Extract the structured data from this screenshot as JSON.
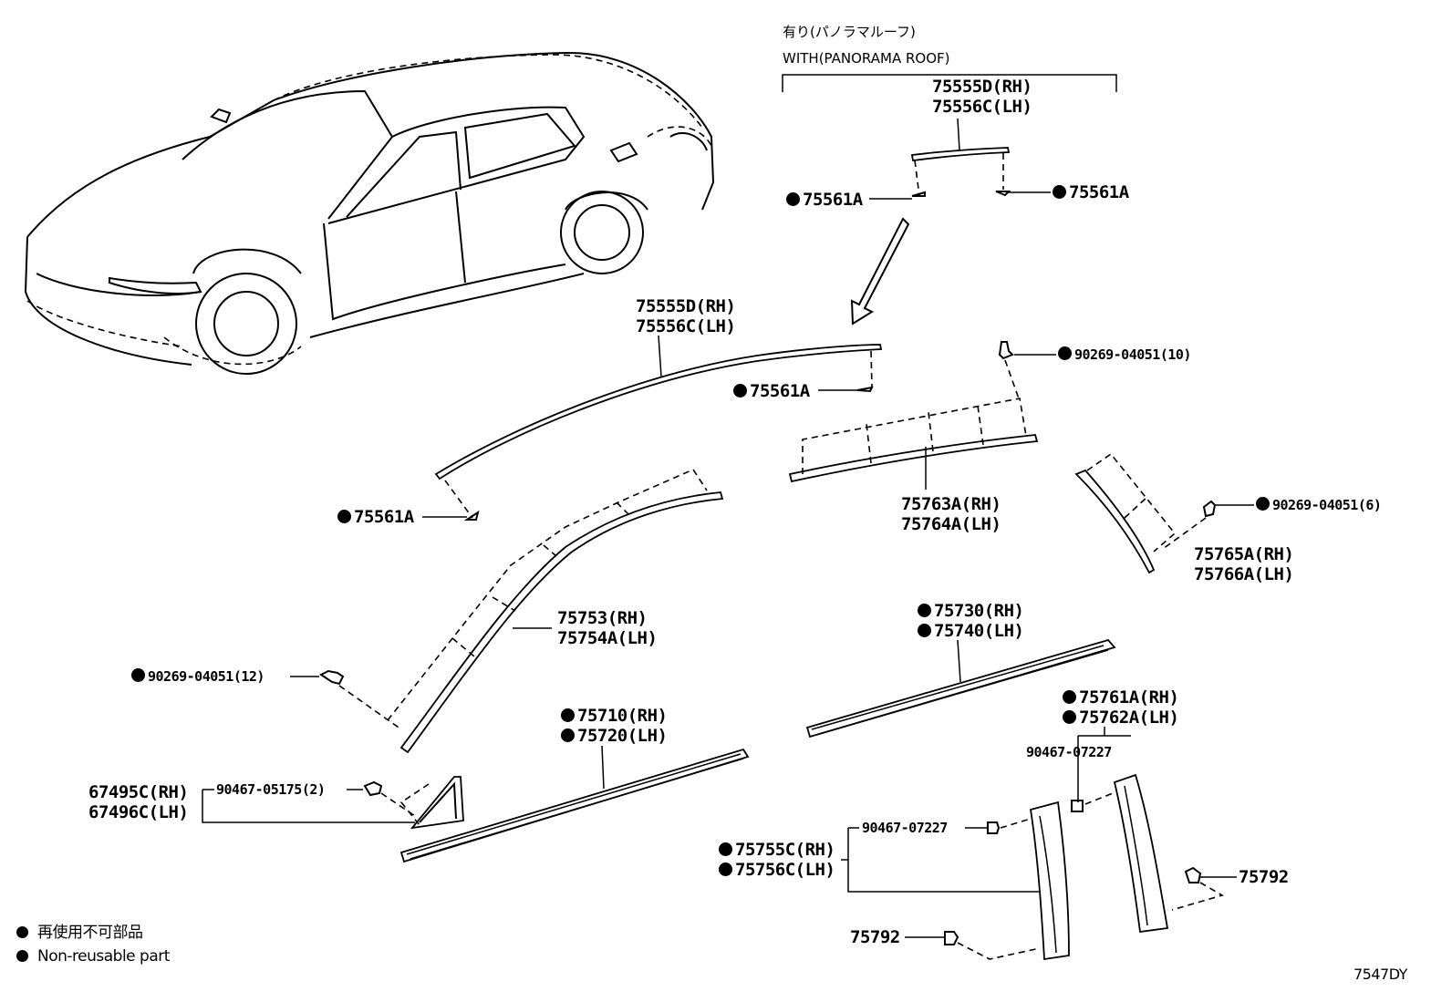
{
  "header": {
    "jp": "有り(パノラマルーフ)",
    "en": "WITH(PANORAMA ROOF)"
  },
  "labels": {
    "roof_rh": "75555D(RH)",
    "roof_lh": "75556C(LH)",
    "clip_top_left": "75561A",
    "clip_top_right": "75561A",
    "main_rh": "75555D(RH)",
    "main_lh": "75556C(LH)",
    "clip_mid": "75561A",
    "clip_low": "75561A",
    "clip_10": "90269-04051(10)",
    "rear_rh": "75763A(RH)",
    "rear_lh": "75764A(LH)",
    "clip_6": "90269-04051(6)",
    "c_rh": "75765A(RH)",
    "c_lh": "75766A(LH)",
    "front_rh": "75753(RH)",
    "front_lh": "75754A(LH)",
    "clip_12": "90269-04051(12)",
    "rbelt_rh": "75730(RH)",
    "rbelt_lh": "75740(LH)",
    "fbelt_rh": "75710(RH)",
    "fbelt_lh": "75720(LH)",
    "rpillar_rh": "75761A(RH)",
    "rpillar_lh": "75762A(LH)",
    "clip_07227_a": "90467-07227",
    "tri_rh": "67495C(RH)",
    "tri_lh": "67496C(LH)",
    "clip_05175": "90467-05175(2)",
    "clip_07227_b": "90467-07227",
    "fpillar_rh": "75755C(RH)",
    "fpillar_lh": "75756C(LH)",
    "clip_75792_r": "75792",
    "clip_75792_l": "75792"
  },
  "legend": {
    "jp": "再使用不可部品",
    "en": "Non-reusable part"
  },
  "figure_code": "7547DY"
}
